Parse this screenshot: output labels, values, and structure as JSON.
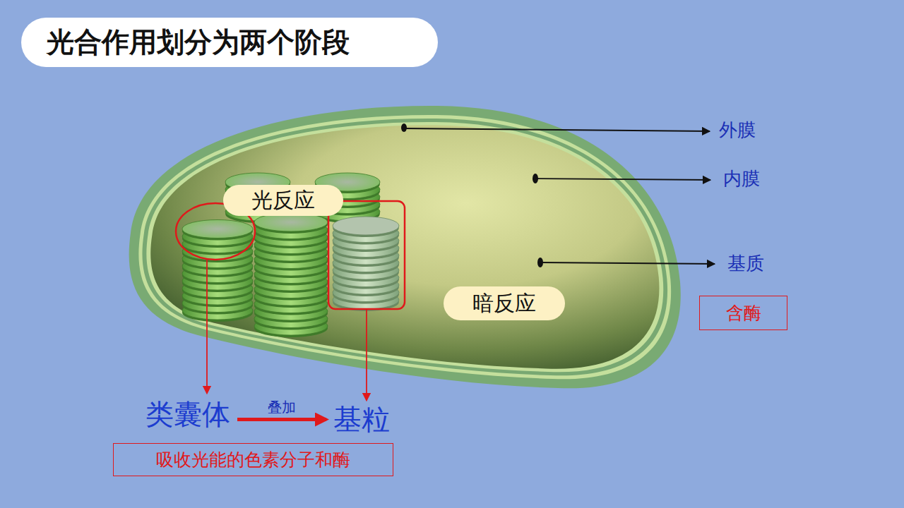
{
  "diagram": {
    "title": "光合作用划分为两个阶段",
    "nodes": [
      {
        "text": [
          "光反应"
        ]
      },
      {
        "text": [
          "暗反应"
        ]
      },
      {
        "text": [
          "含酶"
        ]
      },
      {
        "text": [
          "类囊体"
        ]
      },
      {
        "text": [
          "基粒"
        ]
      },
      {
        "text": [
          "吸收光能的色素分子和酶"
        ]
      }
    ],
    "edges": [
      {
        "from": 3,
        "to": 4,
        "label": "叠加",
        "arrow": "to"
      }
    ],
    "labels": [
      "外膜",
      "内膜",
      "基质"
    ]
  }
}
